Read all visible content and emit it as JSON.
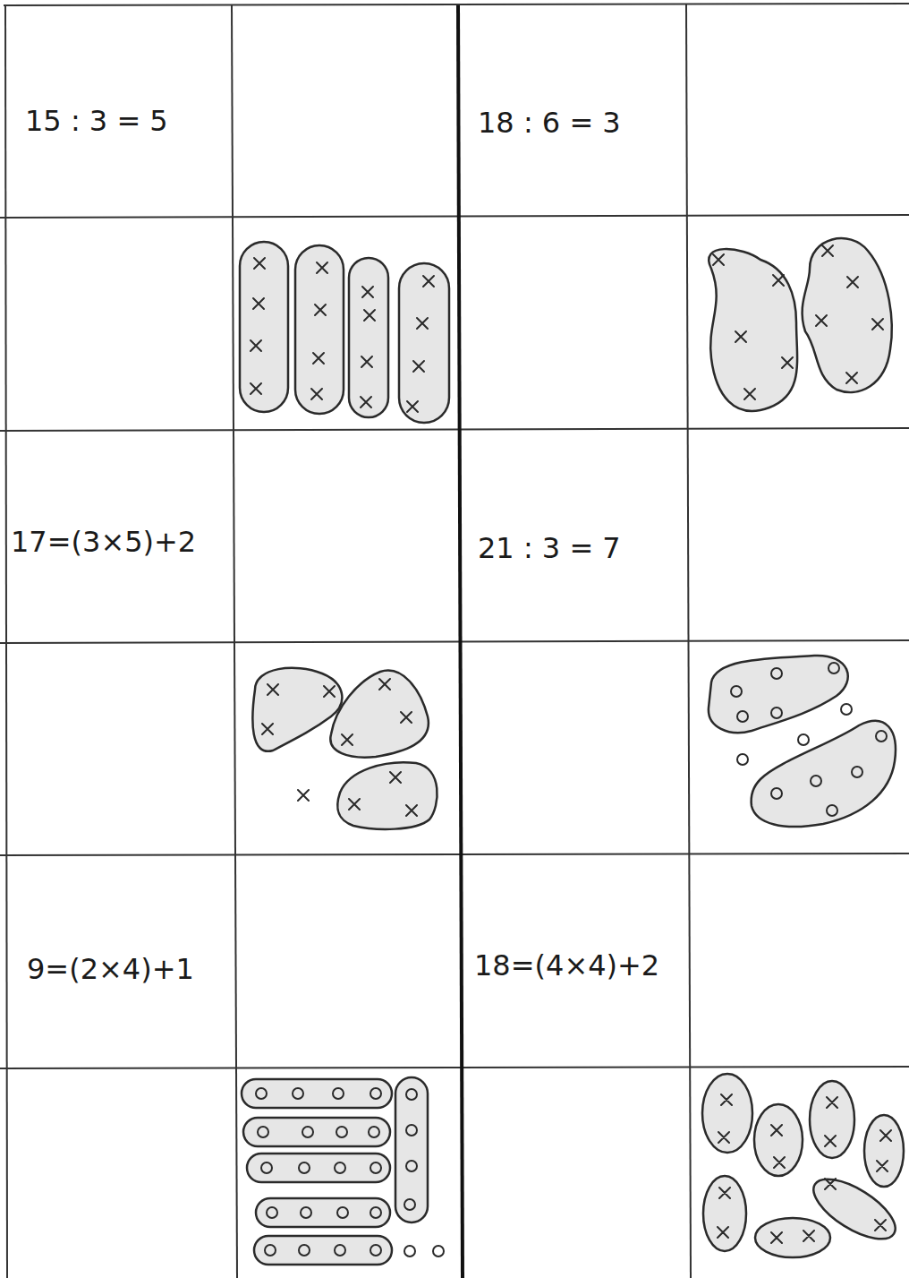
{
  "diagram": {
    "labels": [
      "15 : 3 = 5",
      "18 : 6 = 3",
      "17=(3×5)+2",
      "21 : 3 = 7",
      "9=(2×4)+1",
      "18=(4×4)+2"
    ]
  }
}
